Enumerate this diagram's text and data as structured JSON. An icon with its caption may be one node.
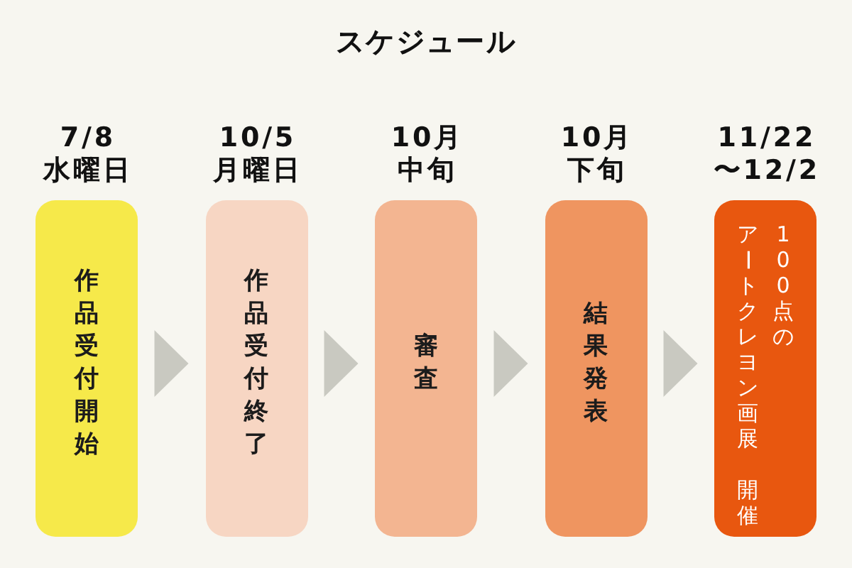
{
  "diagram": {
    "title": "スケジュール",
    "nodes": [
      {
        "text": [
          "7/8",
          "水曜日",
          "作品受付開始"
        ]
      },
      {
        "text": [
          "10/5",
          "月曜日",
          "作品受付終了"
        ]
      },
      {
        "text": [
          "10月",
          "中旬",
          "審査"
        ]
      },
      {
        "text": [
          "10月",
          "下旬",
          "結果発表"
        ]
      },
      {
        "text": [
          "11/22",
          "〜12/2",
          "100点の",
          "アートクレヨン画展",
          "開催"
        ]
      }
    ],
    "edges": [
      {
        "from": 0,
        "to": 1,
        "arrow": "to"
      },
      {
        "from": 1,
        "to": 2,
        "arrow": "to"
      },
      {
        "from": 2,
        "to": 3,
        "arrow": "to"
      },
      {
        "from": 3,
        "to": 4,
        "arrow": "to"
      }
    ]
  }
}
